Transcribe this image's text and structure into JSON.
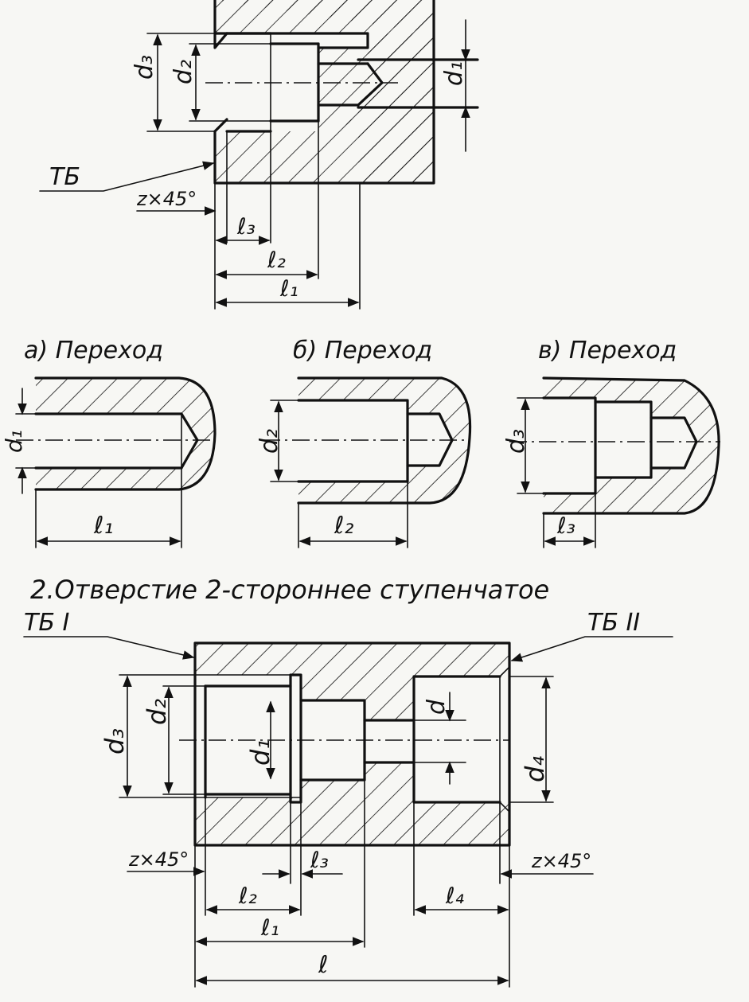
{
  "labels": {
    "tb": "ТБ",
    "chamfer": "z×45°",
    "d1": "d₁",
    "d2": "d₂",
    "d3": "d₃",
    "d4": "d₄",
    "d": "d",
    "l": "ℓ",
    "l1": "ℓ₁",
    "l2": "ℓ₂",
    "l3": "ℓ₃",
    "l4": "ℓ₄",
    "step_a": "а) Переход",
    "step_b": "б) Переход",
    "step_c": "в) Переход",
    "section2_title": "2.Отверстие 2-стороннее ступенчатое",
    "tb1": "ТБ I",
    "tb2": "ТБ II"
  },
  "colors": {
    "ink": "#111111",
    "paper": "#f7f7f4"
  }
}
